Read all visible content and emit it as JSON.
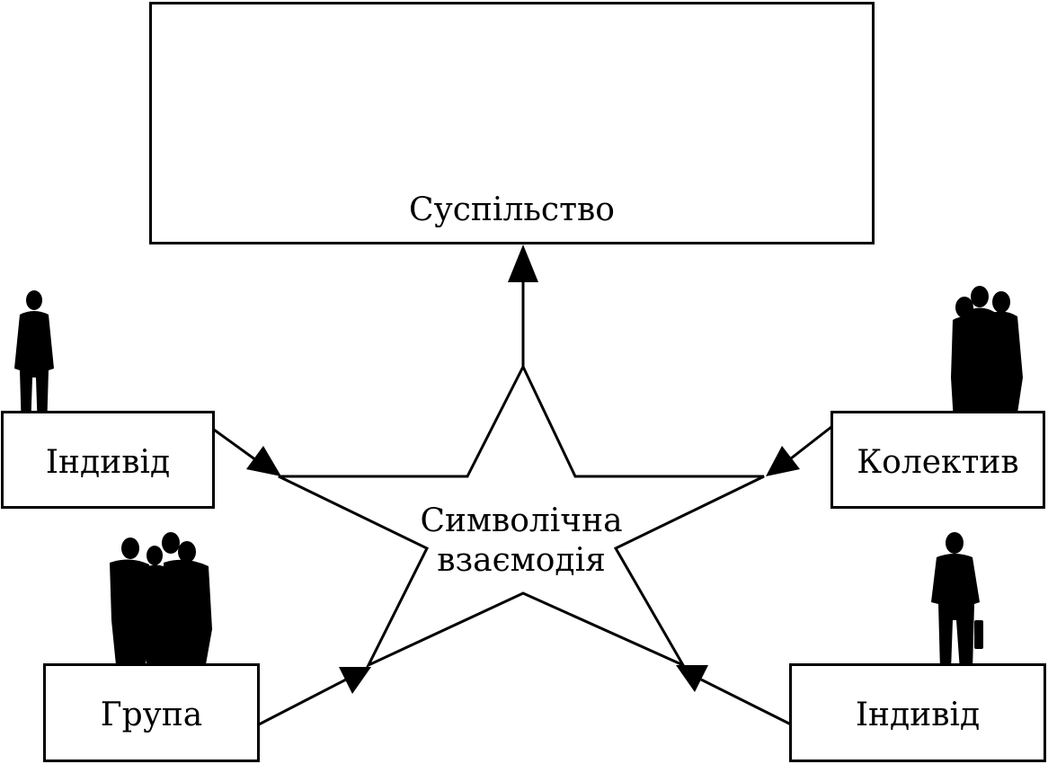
{
  "diagram": {
    "center": {
      "line1": "Символічна",
      "line2": "взаємодія"
    },
    "nodes": {
      "society": "Суспільство",
      "individual_left": "Індивід",
      "collective": "Колектив",
      "group": "Група",
      "individual_right": "Індивід"
    },
    "icons": {
      "society": "crowd-silhouette-icon",
      "individual_left": "person-silhouette-icon",
      "collective": "small-group-silhouette-icon",
      "group": "group-silhouette-icon",
      "individual_right": "businessman-silhouette-icon"
    },
    "colors": {
      "stroke": "#000000",
      "background": "#ffffff"
    }
  }
}
